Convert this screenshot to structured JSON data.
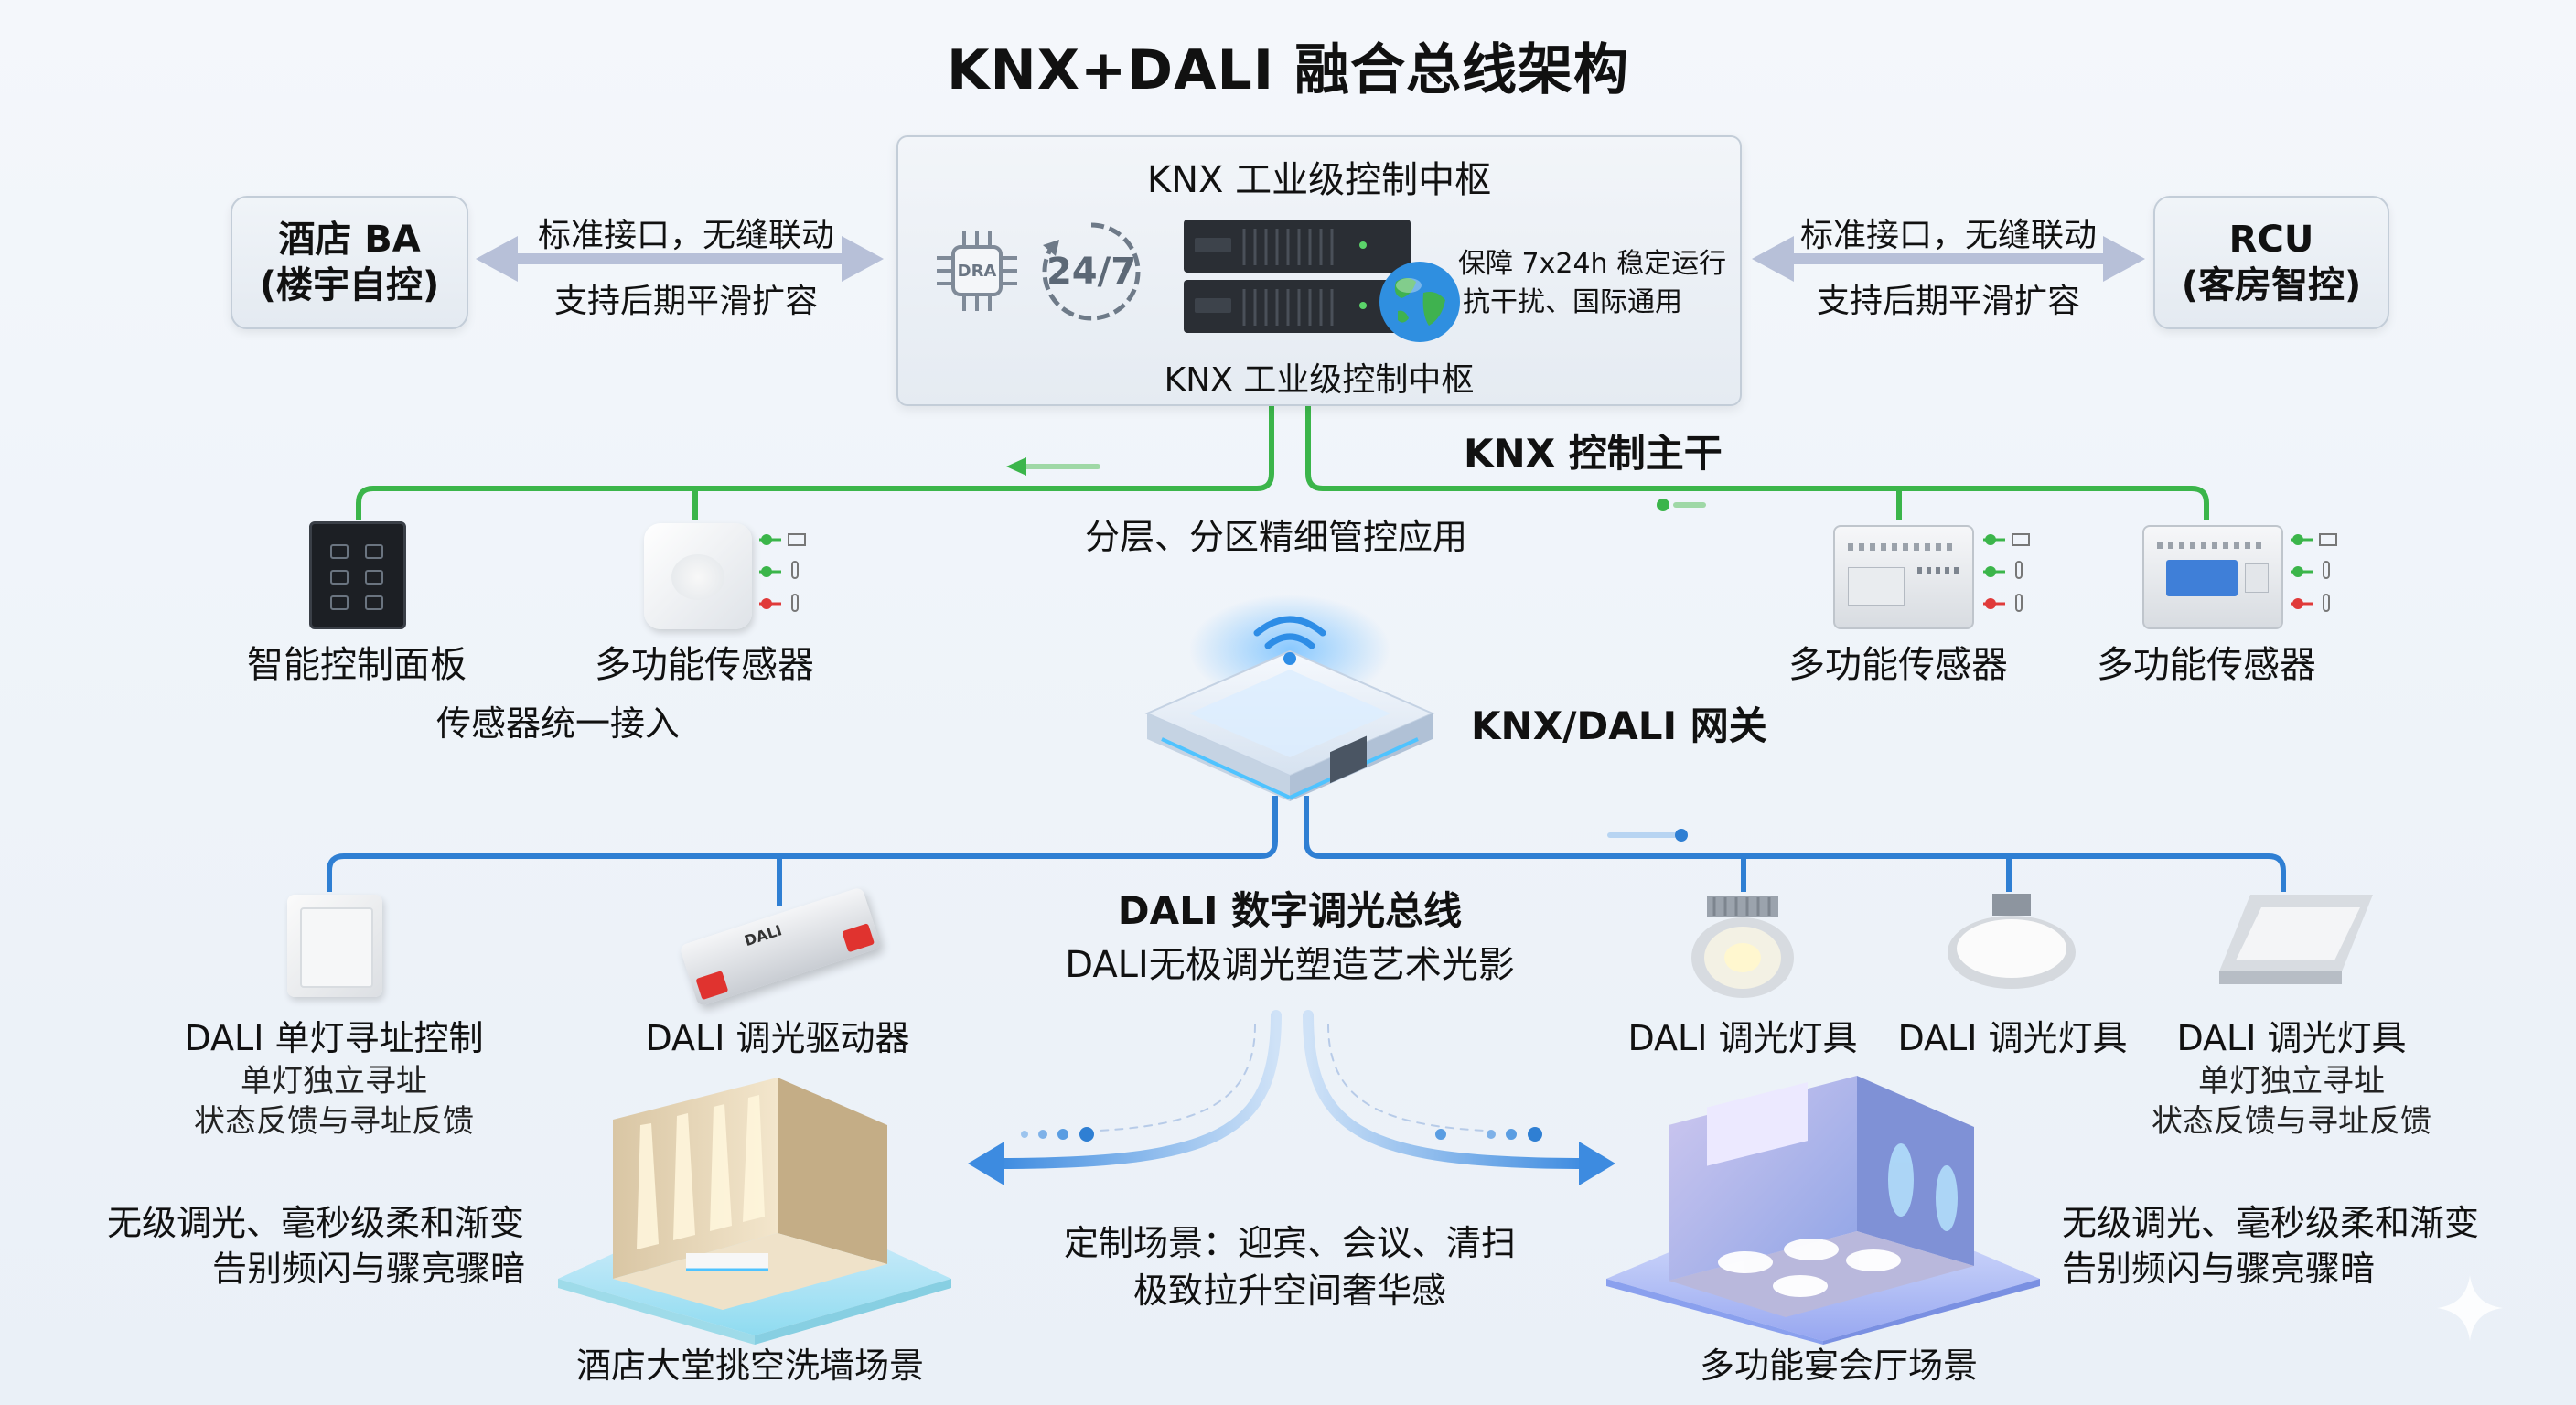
{
  "title": "KNX+DALI 融合总线架构",
  "hub": {
    "top_label": "KNX 工业级控制中枢",
    "bottom_label": "KNX 工业级控制中枢",
    "chip_icon_text": "DRA",
    "badge_text": "24/7",
    "features_line1": "保障 7x24h 稳定运行",
    "features_line2": "抗干扰、国际通用"
  },
  "left_system": {
    "line1": "酒店 BA",
    "line2": "(楼宇自控)",
    "link_line1": "标准接口，无缝联动",
    "link_line2": "支持后期平滑扩容"
  },
  "right_system": {
    "line1": "RCU",
    "line2": "(客房智控)",
    "link_line1": "标准接口，无缝联动",
    "link_line2": "支持后期平滑扩容"
  },
  "knx_trunk": {
    "label": "KNX 控制主干",
    "sub_label": "分层、分区精细管控应用"
  },
  "knx_devices": {
    "smart_panel": "智能控制面板",
    "sensor_1": "多功能传感器",
    "sensor_access_note": "传感器统一接入",
    "sensor_2": "多功能传感器",
    "sensor_3": "多功能传感器"
  },
  "gateway": {
    "label": "KNX/DALI 网关"
  },
  "dali_bus": {
    "label": "DALI 数字调光总线",
    "sub_label": "DALI无极调光塑造艺术光影"
  },
  "dali_devices": {
    "single_control": "DALI 单灯寻址控制",
    "single_control_note1": "单灯独立寻址",
    "single_control_note2": "状态反馈与寻址反馈",
    "driver": "DALI 调光驱动器",
    "fixture_1": "DALI 调光灯具",
    "fixture_2": "DALI 调光灯具",
    "fixture_3": "DALI 调光灯具",
    "fixture_3_note1": "单灯独立寻址",
    "fixture_3_note2": "状态反馈与寻址反馈",
    "driver_brand": "DALI"
  },
  "scenes": {
    "left_note1": "无级调光、毫秒级柔和渐变",
    "left_note2": "告别频闪与骤亮骤暗",
    "left_name": "酒店大堂挑空洗墙场景",
    "center_note1": "定制场景：迎宾、会议、清扫",
    "center_note2": "极致拉升空间奢华感",
    "right_note1": "无级调光、毫秒级柔和渐变",
    "right_note2": "告别频闪与骤亮骤暗",
    "right_name": "多功能宴会厅场景"
  },
  "colors": {
    "knx_line": "#3bb54a",
    "dali_line": "#2f7fd3",
    "arrow": "#b7c0d8",
    "flow_arrow": "#4d92e0"
  }
}
